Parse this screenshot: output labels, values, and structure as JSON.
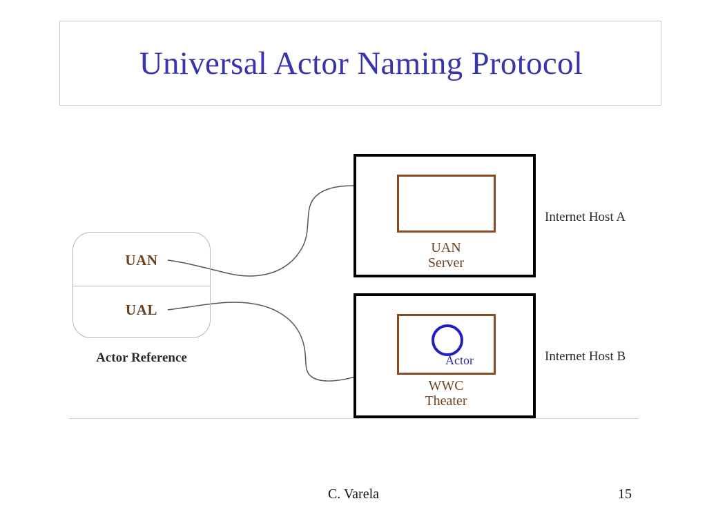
{
  "slide": {
    "title": "Universal Actor Naming Protocol",
    "title_color": "#3734ad",
    "background": "#ffffff",
    "footer": {
      "author": "C. Varela",
      "page_number": "15"
    }
  },
  "diagram": {
    "actor_reference": {
      "caption": "Actor Reference",
      "rows": [
        {
          "label": "UAN"
        },
        {
          "label": "UAL"
        }
      ],
      "border_color": "#b7b7b7",
      "text_color": "#6d4422"
    },
    "hosts": [
      {
        "name": "Internet Host A",
        "inner_label": "UAN\nServer",
        "inner_label_line1": "UAN",
        "inner_label_line2": "Server",
        "border_color": "#000000",
        "inner_border_color": "#8a4a22"
      },
      {
        "name": "Internet Host B",
        "inner_label": "WWC\nTheater",
        "inner_label_line1": "WWC",
        "inner_label_line2": "Theater",
        "border_color": "#000000",
        "inner_border_color": "#8a4a22",
        "actor": {
          "label": "Actor",
          "color": "#1f1fc4"
        }
      }
    ],
    "connectors": [
      {
        "from": "UAN",
        "to": "UAN Server",
        "style": "curved-arrow"
      },
      {
        "from": "UAL",
        "to": "Actor",
        "style": "curved-arrow"
      }
    ],
    "line_color": "#555555"
  }
}
